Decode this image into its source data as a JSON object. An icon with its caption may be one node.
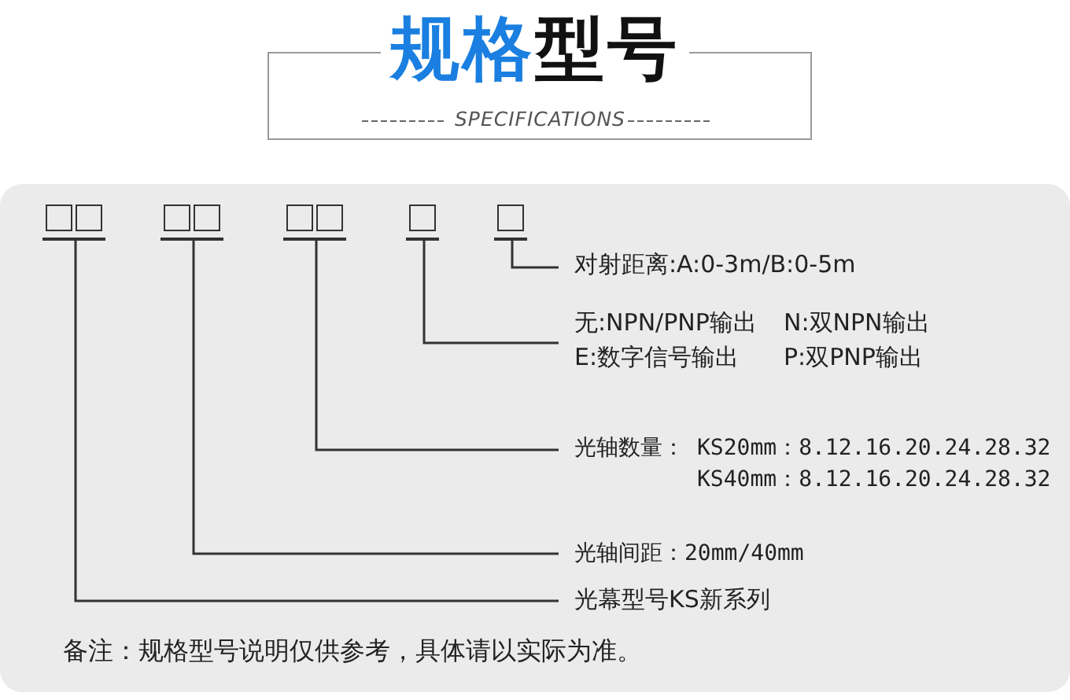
{
  "diagram": {
    "title": "规格型号",
    "nodes": [
      {
        "text": [],
        "shape": "box"
      },
      {
        "text": [],
        "shape": "box"
      },
      {
        "text": [],
        "shape": "box"
      },
      {
        "text": [],
        "shape": "box"
      },
      {
        "text": [],
        "shape": "box"
      },
      {
        "text": [
          "对射距离:A:0-3m/B:0-5m"
        ]
      },
      {
        "text": [
          "无:NPN/PNP输出",
          "N:双NPN输出",
          "E:数字信号输出",
          "P:双PNP输出"
        ]
      },
      {
        "text": [
          "光轴数量：",
          "KS20mm：8.12.16.20.24.28.32",
          "KS40mm：8.12.16.20.24.28.32"
        ]
      },
      {
        "text": [
          "光轴间距：20mm/40mm"
        ]
      },
      {
        "text": [
          "光幕型号KS新系列"
        ]
      }
    ],
    "edges": [
      {
        "from": 4,
        "to": 5,
        "arrow": "none"
      },
      {
        "from": 3,
        "to": 6,
        "arrow": "none"
      },
      {
        "from": 2,
        "to": 7,
        "arrow": "none"
      },
      {
        "from": 1,
        "to": 8,
        "arrow": "none"
      },
      {
        "from": 0,
        "to": 9,
        "arrow": "none"
      }
    ],
    "labels": [
      "SPECIFICATIONS",
      "备注：规格型号说明仅供参考，具体请以实际为准。"
    ]
  }
}
